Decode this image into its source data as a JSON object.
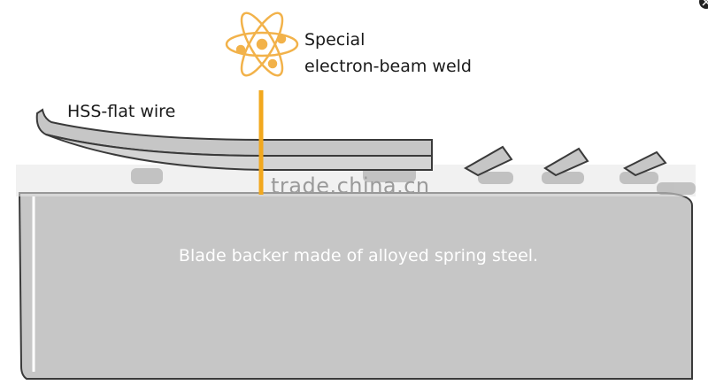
{
  "labels": {
    "weld_line1": "Special",
    "weld_line2": "electron-beam weld",
    "wire": "HSS-flat wire",
    "backer": "Blade backer made of alloyed spring steel."
  },
  "watermark": "trade.china.cn",
  "icons": {
    "atom": "atom-icon",
    "corner": "close-icon"
  },
  "colors": {
    "atom": "#f2b24a",
    "weld_beam": "#f2a81e",
    "steel": "#c6c6c6",
    "outline": "#3a3a3a"
  }
}
